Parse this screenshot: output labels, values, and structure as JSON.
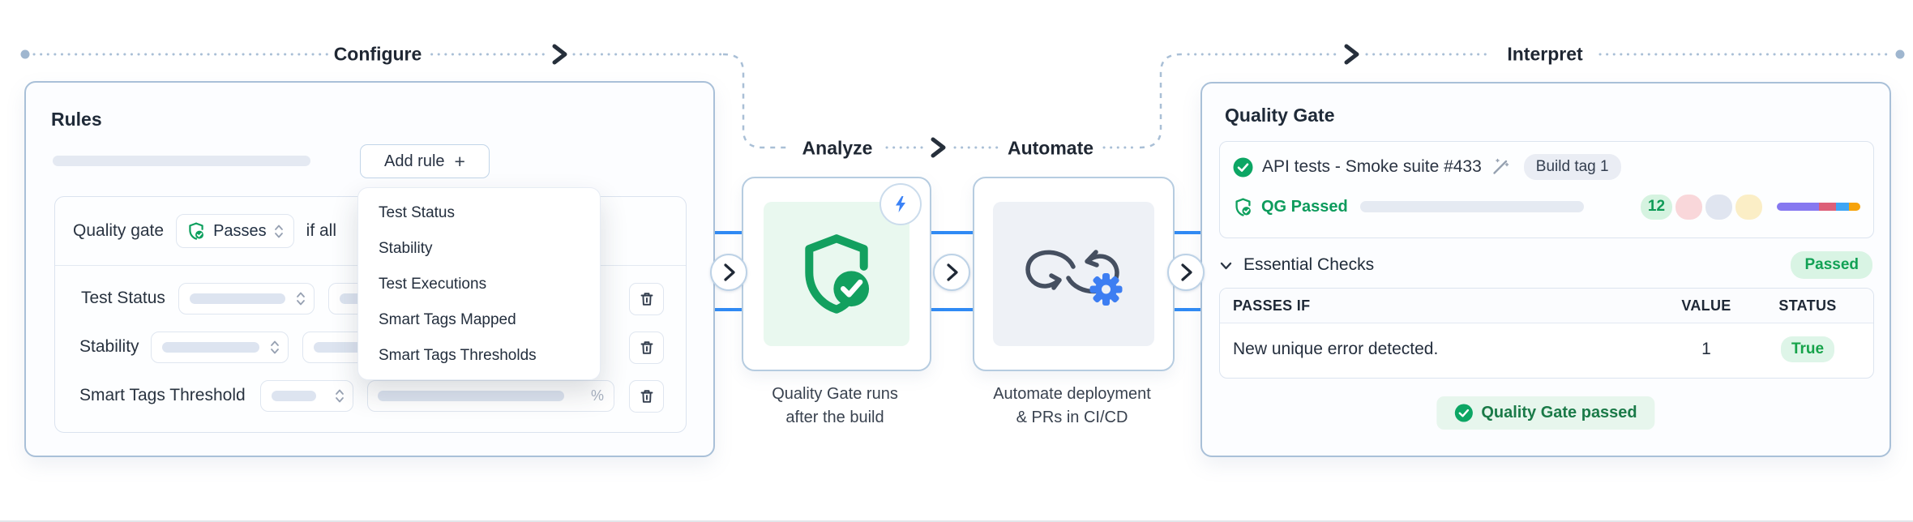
{
  "flow": {
    "steps": [
      "Configure",
      "Analyze",
      "Automate",
      "Interpret"
    ]
  },
  "rules": {
    "title": "Rules",
    "add_rule_label": "Add rule",
    "plus": "+",
    "header": {
      "quality_gate": "Quality gate",
      "passes": "Passes",
      "if_all": "if all"
    },
    "rows": [
      {
        "label": "Test Status"
      },
      {
        "label": "Stability"
      },
      {
        "label": "Smart Tags Threshold",
        "unit": "%"
      }
    ]
  },
  "dropdown": {
    "items": [
      "Test Status",
      "Stability",
      "Test Executions",
      "Smart Tags Mapped",
      "Smart Tags Thresholds"
    ]
  },
  "analyze": {
    "caption_line1": "Quality Gate runs",
    "caption_line2": "after the build"
  },
  "automate": {
    "caption_line1": "Automate deployment",
    "caption_line2": "& PRs in CI/CD"
  },
  "quality_gate": {
    "title": "Quality Gate",
    "run_name": "API tests - Smoke suite #433",
    "build_tag": "Build tag 1",
    "qg_status": "QG Passed",
    "count_badge": "12",
    "status_pills": [
      {
        "name": "pink-pill",
        "style": "background:#f9d7da"
      },
      {
        "name": "lavender-pill",
        "style": "background:#e0e5f0"
      },
      {
        "name": "yellow-pill",
        "style": "background:#fbeec6"
      }
    ],
    "segment_bar": [
      {
        "style": "width:50%;background:#8678f0"
      },
      {
        "style": "width:21%;background:#dd5f78"
      },
      {
        "style": "width:15%;background:#3ea5f5"
      },
      {
        "style": "width:14%;background:#f6a30b"
      }
    ],
    "essential_checks": {
      "label": "Essential Checks",
      "badge": "Passed"
    },
    "table": {
      "headers": [
        "PASSES IF",
        "VALUE",
        "STATUS"
      ],
      "rows": [
        {
          "passes_if": "New unique error detected.",
          "value": "1",
          "status": "True"
        }
      ]
    },
    "footer_badge": "Quality Gate passed"
  },
  "colors": {
    "accent_blue": "#2f8af5",
    "brand_green": "#13a05f",
    "flow_dots": "#a9bfd6",
    "panel_border": "#a9c0d8"
  },
  "icons": [
    "shield-check-icon",
    "lightning-icon",
    "loop-arrows-icon",
    "gear-icon",
    "trash-icon",
    "plus-icon",
    "check-circle-icon",
    "magic-wand-icon",
    "chevron-down-icon",
    "chevron-right-icon",
    "select-updown-icon",
    "flow-arrow-icon"
  ]
}
